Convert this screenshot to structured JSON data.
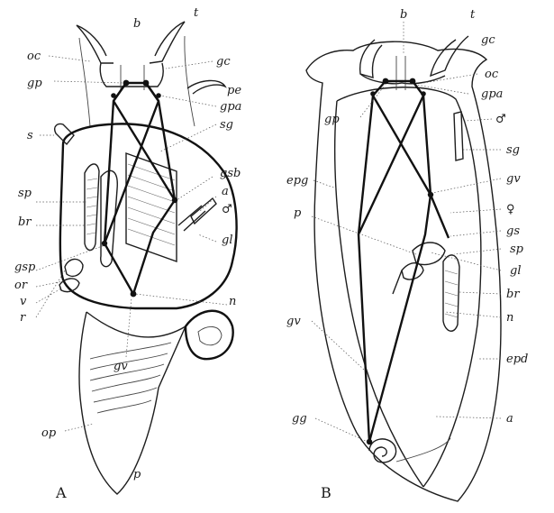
{
  "figure_a": {
    "panel_label": "A",
    "labels": {
      "b": "b",
      "t": "t",
      "oc": "oc",
      "gc": "gc",
      "gp": "gp",
      "pe": "pe",
      "gpa": "gpa",
      "s": "s",
      "sg": "sg",
      "gsb": "gsb",
      "sp": "sp",
      "a": "a",
      "male": "♂",
      "br": "br",
      "gl": "gl",
      "gsp": "gsp",
      "or": "or",
      "v": "v",
      "r": "r",
      "n": "n",
      "gv": "gv",
      "op": "op",
      "p": "p"
    }
  },
  "figure_b": {
    "panel_label": "B",
    "labels": {
      "b": "b",
      "t": "t",
      "gc": "gc",
      "oc": "oc",
      "gpa": "gpa",
      "gp": "gp",
      "male": "♂",
      "sg": "sg",
      "gv_top": "gv",
      "epg": "epg",
      "p": "p",
      "female": "♀",
      "gs": "gs",
      "sp": "sp",
      "gl": "gl",
      "br": "br",
      "n": "n",
      "gv": "gv",
      "epd": "epd",
      "gg": "gg",
      "a": "a"
    }
  }
}
